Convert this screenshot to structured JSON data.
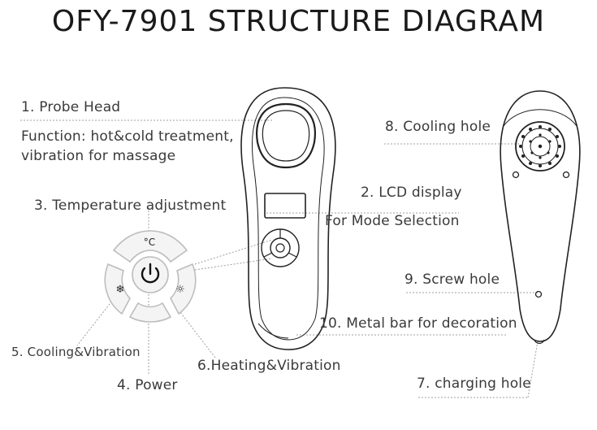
{
  "title": "OFY-7901 STRUCTURE DIAGRAM",
  "labels": {
    "probe_head": "1. Probe Head",
    "function_line1": "Function: hot&cold treatment,",
    "function_line2": "vibration for massage",
    "temperature": "3. Temperature adjustment",
    "lcd": "2. LCD display",
    "mode_selection": "For Mode Selection",
    "cooling_hole": "8. Cooling hole",
    "screw_hole": "9. Screw  hole",
    "metal_bar": "10. Metal bar for decoration",
    "cooling_vibration": "5. Cooling&Vibration",
    "heating_vibration": "6.Heating&Vibration",
    "power": "4. Power",
    "charging_hole": "7. charging hole"
  },
  "button_glyphs": {
    "celsius": "°C",
    "cooling": "❄",
    "heating": "☼"
  },
  "colors": {
    "line": "#222222",
    "leader": "#9a9a9a",
    "text": "#3a3a3a"
  }
}
